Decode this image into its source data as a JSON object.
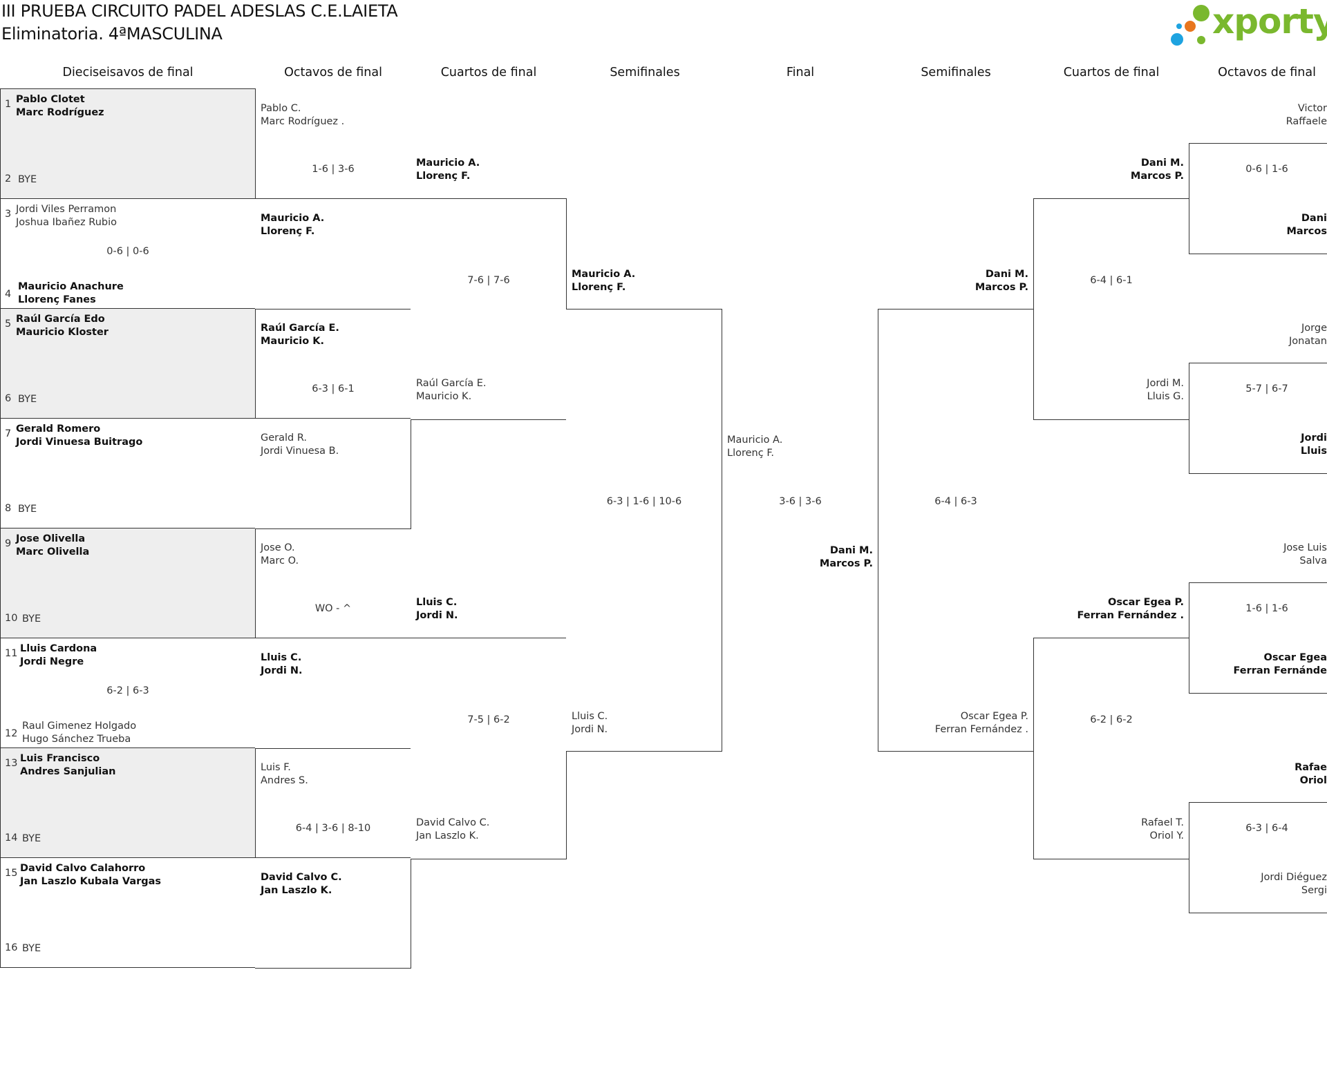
{
  "header": {
    "title": "III PRUEBA CIRCUITO PADEL ADESLAS C.E.LAIETA",
    "subtitle": "Eliminatoria. 4ªMASCULINA",
    "logo_text": "xporty"
  },
  "colors": {
    "logo_green": "#7ab82e",
    "logo_orange": "#e8761e",
    "logo_blue": "#1ea3e0",
    "shaded": "#eeeeee"
  },
  "columns": [
    "Dieciseisavos de final",
    "Octavos de final",
    "Cuartos de final",
    "Semifinales",
    "Final",
    "Semifinales",
    "Cuartos de final",
    "Octavos de final"
  ],
  "r32": {
    "matches": [
      {
        "score": "",
        "p1": {
          "seed": "1",
          "lines": [
            "Pablo Clotet",
            "Marc Rodríguez"
          ],
          "bold": true
        },
        "p2": {
          "seed": "2",
          "lines": [
            "BYE"
          ],
          "bold": false
        },
        "shaded": true
      },
      {
        "score": "0-6 | 0-6",
        "p1": {
          "seed": "3",
          "lines": [
            "Jordi Viles Perramon",
            "Joshua Ibañez Rubio"
          ],
          "bold": false
        },
        "p2": {
          "seed": "4",
          "lines": [
            "Mauricio Anachure",
            "Llorenç Fanes"
          ],
          "bold": true
        },
        "shaded": false
      },
      {
        "score": "",
        "p1": {
          "seed": "5",
          "lines": [
            "Raúl García Edo",
            "Mauricio Kloster"
          ],
          "bold": true
        },
        "p2": {
          "seed": "6",
          "lines": [
            "BYE"
          ],
          "bold": false
        },
        "shaded": true
      },
      {
        "score": "",
        "p1": {
          "seed": "7",
          "lines": [
            "Gerald Romero",
            "Jordi Vinuesa Buitrago"
          ],
          "bold": true
        },
        "p2": {
          "seed": "8",
          "lines": [
            "BYE"
          ],
          "bold": false
        },
        "shaded": false
      },
      {
        "score": "",
        "p1": {
          "seed": "9",
          "lines": [
            "Jose Olivella",
            "Marc Olivella"
          ],
          "bold": true
        },
        "p2": {
          "seed": "10",
          "lines": [
            "BYE"
          ],
          "bold": false
        },
        "shaded": true
      },
      {
        "score": "6-2 | 6-3",
        "p1": {
          "seed": "11",
          "lines": [
            "Lluis Cardona",
            "Jordi Negre"
          ],
          "bold": true
        },
        "p2": {
          "seed": "12",
          "lines": [
            "Raul Gimenez Holgado",
            "Hugo Sánchez Trueba"
          ],
          "bold": false
        },
        "shaded": false
      },
      {
        "score": "",
        "p1": {
          "seed": "13",
          "lines": [
            "Luis Francisco",
            "Andres Sanjulian"
          ],
          "bold": true
        },
        "p2": {
          "seed": "14",
          "lines": [
            "BYE"
          ],
          "bold": false
        },
        "shaded": true
      },
      {
        "score": "",
        "p1": {
          "seed": "15",
          "lines": [
            "David Calvo Calahorro",
            "Jan Laszlo Kubala Vargas"
          ],
          "bold": true
        },
        "p2": {
          "seed": "16",
          "lines": [
            "BYE"
          ],
          "bold": false
        },
        "shaded": false
      }
    ]
  },
  "left_r16": [
    {
      "score": "1-6 | 3-6",
      "top": {
        "lines": [
          "Pablo C.",
          "Marc Rodríguez ."
        ],
        "bold": false
      },
      "bottom": {
        "lines": [
          "Mauricio A.",
          "Llorenç F."
        ],
        "bold": true
      }
    },
    {
      "score": "6-3 | 6-1",
      "top": {
        "lines": [
          "Raúl García E.",
          "Mauricio K."
        ],
        "bold": true
      },
      "bottom": {
        "lines": [
          "Gerald R.",
          "Jordi Vinuesa B."
        ],
        "bold": false
      }
    },
    {
      "score": "WO - ^",
      "top": {
        "lines": [
          "Jose O.",
          "Marc O."
        ],
        "bold": false
      },
      "bottom": {
        "lines": [
          "Lluis C.",
          "Jordi N."
        ],
        "bold": true
      }
    },
    {
      "score": "6-4 | 3-6 | 8-10",
      "top": {
        "lines": [
          "Luis F.",
          "Andres S."
        ],
        "bold": false
      },
      "bottom": {
        "lines": [
          "David Calvo C.",
          "Jan Laszlo K."
        ],
        "bold": true
      }
    }
  ],
  "left_qf": [
    {
      "score": "7-6 | 7-6",
      "top": {
        "lines": [
          "Mauricio A.",
          "Llorenç F."
        ],
        "bold": true
      },
      "bottom": {
        "lines": [
          "Raúl García E.",
          "Mauricio K."
        ],
        "bold": false
      }
    },
    {
      "score": "7-5 | 6-2",
      "top": {
        "lines": [
          "Lluis C.",
          "Jordi N."
        ],
        "bold": true
      },
      "bottom": {
        "lines": [
          "David Calvo C.",
          "Jan Laszlo K."
        ],
        "bold": false
      }
    }
  ],
  "left_sf": {
    "score": "6-3 | 1-6 | 10-6",
    "top": {
      "lines": [
        "Mauricio A.",
        "Llorenç F."
      ],
      "bold": true
    },
    "bottom": {
      "lines": [
        "Lluis C.",
        "Jordi N."
      ],
      "bold": false
    }
  },
  "final": {
    "score": "3-6 | 3-6",
    "left": {
      "lines": [
        "Mauricio A.",
        "Llorenç F."
      ],
      "bold": false
    },
    "right": {
      "lines": [
        "Dani M.",
        "Marcos P."
      ],
      "bold": true
    }
  },
  "right_sf": {
    "score": "6-4 | 6-3",
    "top": {
      "lines": [
        "Dani M.",
        "Marcos P."
      ],
      "bold": true
    },
    "bottom": {
      "lines": [
        "Oscar Egea P.",
        "Ferran Fernández ."
      ],
      "bold": false
    }
  },
  "right_qf": [
    {
      "score": "6-4 | 6-1",
      "top": {
        "lines": [
          "Dani M.",
          "Marcos P."
        ],
        "bold": true
      },
      "bottom": {
        "lines": [
          "Jordi M.",
          "Lluis G."
        ],
        "bold": false
      }
    },
    {
      "score": "6-2 | 6-2",
      "top": {
        "lines": [
          "Oscar Egea P.",
          "Ferran Fernández ."
        ],
        "bold": true
      },
      "bottom": {
        "lines": [
          "Rafael T.",
          "Oriol Y."
        ],
        "bold": false
      }
    }
  ],
  "right_r16": [
    {
      "score": "0-6 | 1-6",
      "top": {
        "lines": [
          "Victor",
          "Raffaele"
        ],
        "bold": false
      },
      "bottom": {
        "lines": [
          "Dani",
          "Marcos"
        ],
        "bold": true
      }
    },
    {
      "score": "5-7 | 6-7",
      "top": {
        "lines": [
          "Jorge",
          "Jonatan"
        ],
        "bold": false
      },
      "bottom": {
        "lines": [
          "Jordi",
          "Lluis"
        ],
        "bold": true
      }
    },
    {
      "score": "1-6 | 1-6",
      "top": {
        "lines": [
          "Jose Luis",
          "Salva"
        ],
        "bold": false
      },
      "bottom": {
        "lines": [
          "Oscar Egea",
          "Ferran Fernánde"
        ],
        "bold": true
      }
    },
    {
      "score": "6-3 | 6-4",
      "top": {
        "lines": [
          "Rafae",
          "Oriol"
        ],
        "bold": true
      },
      "bottom": {
        "lines": [
          "Jordi Diéguez",
          "Sergi"
        ],
        "bold": false
      }
    }
  ]
}
